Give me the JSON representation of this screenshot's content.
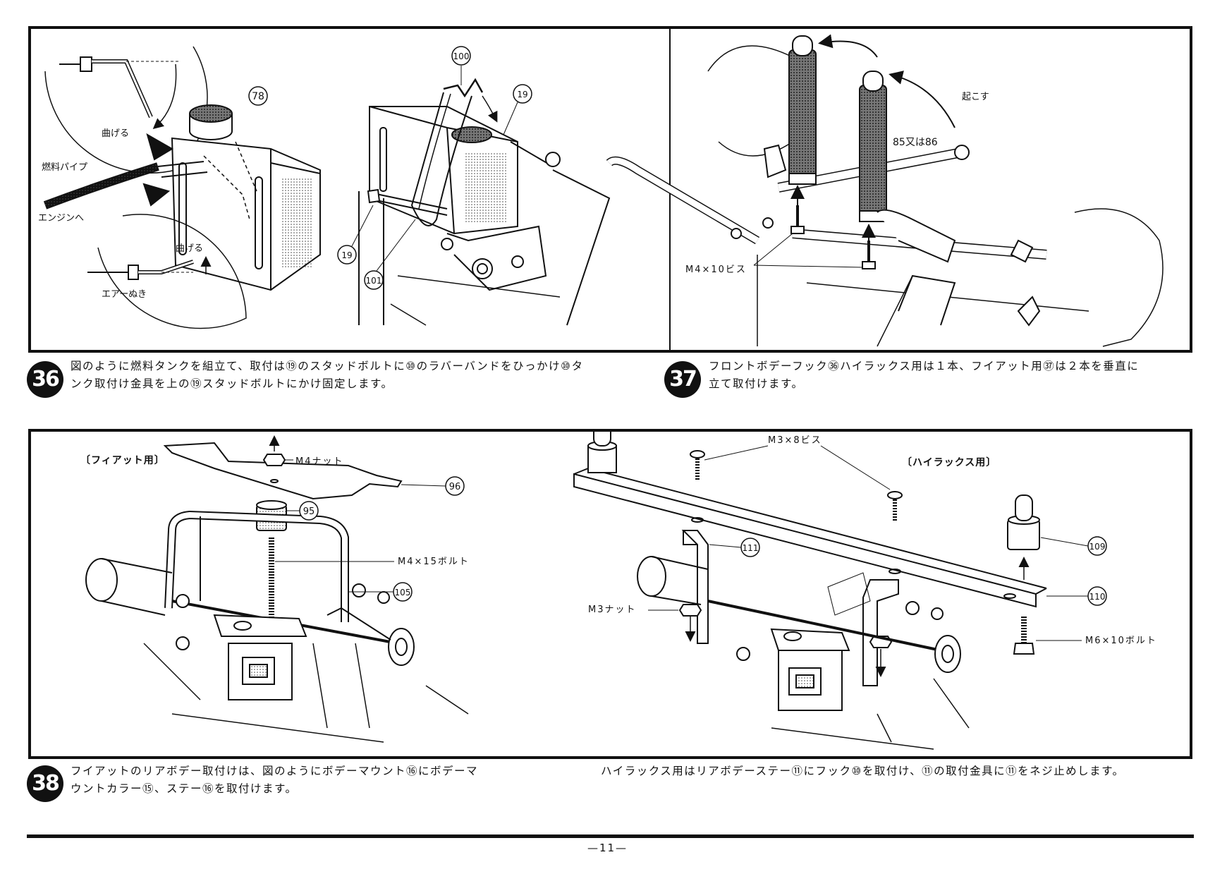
{
  "panel_36": {
    "labels": {
      "part_78": "78",
      "bend_top": "曲げる",
      "fuel_pipe": "燃料パイプ",
      "to_engine": "エンジンへ",
      "bend_bottom": "曲げる",
      "air_vent": "エアーぬき",
      "part_100": "100",
      "part_19_top": "19",
      "part_19_bottom": "19",
      "part_101": "101"
    }
  },
  "panel_37": {
    "labels": {
      "raise": "起こす",
      "part_85_or_86": "85又は86",
      "screw_m4x10": "M4×10ビス"
    }
  },
  "panel_38_fiat": {
    "labels": {
      "for_fiat": "〔フィアット用〕",
      "nut_m4": "M4ナット",
      "part_96": "96",
      "part_95": "95",
      "bolt_m4x15": "M4×15ボルト",
      "part_105": "105"
    }
  },
  "panel_38_hilux": {
    "labels": {
      "screw_m3x8": "M3×8ビス",
      "for_hilux": "〔ハイラックス用〕",
      "part_111": "111",
      "nut_m3": "M3ナット",
      "part_109": "109",
      "part_110": "110",
      "bolt_m6x10": "M6×10ボルト"
    }
  },
  "steps": {
    "step_36": {
      "number": "36",
      "line1": "図のように燃料タンクを組立て、取付は⑲のスタッドボルトに⑩のラバーバンドをひっかけ⑩タ",
      "line2": "ンク取付け金具を上の⑲スタッドボルトにかけ固定します。"
    },
    "step_37": {
      "number": "37",
      "line1": "フロントボデーフック㊱ハイラックス用は１本、フイアット用㊲は２本を垂直に",
      "line2": "立て取付けます。"
    },
    "step_38": {
      "number": "38",
      "line1": "フイアットのリアボデー取付けは、図のようにボデーマウント⑯にボデーマ",
      "line2": "ウントカラー⑮、ステー⑯を取付けます。",
      "hilux_note": "ハイラックス用はリアボデーステー⑪にフック⑩を取付け、⑪の取付金具に⑪をネジ止めします。"
    }
  },
  "page_number": "—11—"
}
